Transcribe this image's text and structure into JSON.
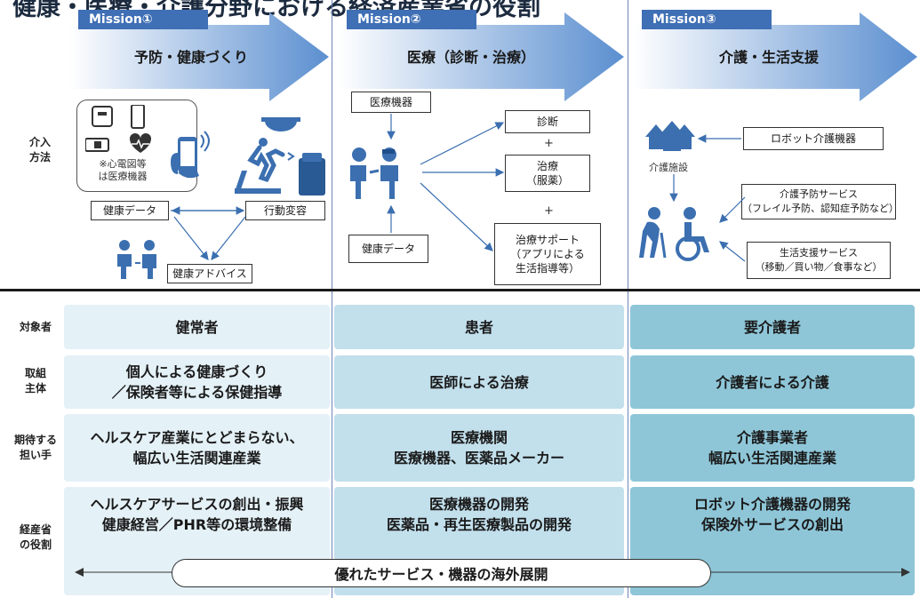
{
  "header": {
    "title": "健康・医療・介護分野における経済産業省の役割"
  },
  "missions": [
    {
      "tag": "Mission①",
      "heading": "予防・健康づくり"
    },
    {
      "tag": "Mission②",
      "heading": "医療（診断・治療）"
    },
    {
      "tag": "Mission③",
      "heading": "介護・生活支援"
    }
  ],
  "intervention_label": "介入\n方法",
  "col1": {
    "device_note": "※心電図等\nは医療機器",
    "health_data": "健康データ",
    "behavior_change": "行動変容",
    "health_advice": "健康アドバイス"
  },
  "col2": {
    "medical_device": "医療機器",
    "diagnosis": "診断",
    "treatment": "治療\n（服薬）",
    "treatment_support": "治療サポート\n（アプリによる\n生活指導等）",
    "health_data": "健康データ",
    "plus": "+"
  },
  "col3": {
    "facility": "介護施設",
    "robot": "ロボット介護機器",
    "prevention_service": "介護予防サービス\n（フレイル予防、認知症予防など）",
    "life_support_service": "生活支援サービス\n（移動／買い物／食事など）"
  },
  "rows": [
    {
      "label": "対象者",
      "cells": [
        "健常者",
        "患者",
        "要介護者"
      ]
    },
    {
      "label": "取組\n主体",
      "cells": [
        "個人による健康づくり\n／保険者等による保健指導",
        "医師による治療",
        "介護者による介護"
      ]
    },
    {
      "label": "期待する\n担い手",
      "cells": [
        "ヘルスケア産業にとどまらない、\n幅広い生活関連産業",
        "医療機関\n医療機器、医薬品メーカー",
        "介護事業者\n幅広い生活関連産業"
      ]
    },
    {
      "label": "経産省\nの役割",
      "cells": [
        "ヘルスケアサービスの創出・振興\n健康経営／PHR等の環境整備",
        "医療機器の開発\n医薬品・再生医療製品の開発",
        "ロボット介護機器の開発\n保険外サービスの創出"
      ]
    }
  ],
  "overseas": "優れたサービス・機器の海外展開",
  "colors": {
    "mission_tag": "#3f6fb5",
    "icon": "#3b6fb0",
    "col1": "#e4f1f7",
    "col2": "#c2dfec",
    "col3": "#8ec6d8"
  }
}
